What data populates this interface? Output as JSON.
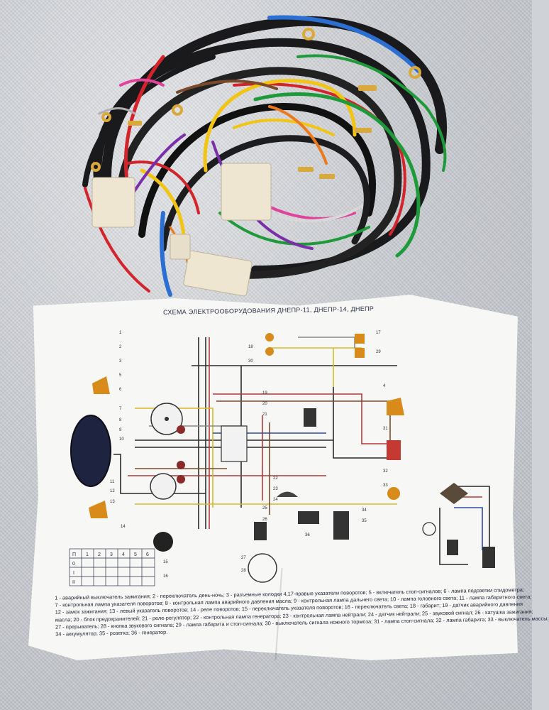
{
  "sheet": {
    "title": "СХЕМА ЭЛЕКТРООБОРУДОВАНИЯ ДНЕПР-11, ДНЕПР-14, ДНЕПР",
    "legend": [
      "1 - аварийный выключатель зажигания;  2 - переключатель день-ночь; 3 - разъемные колодки 4,17-правые указатели поворотов; 5 - включатель стоп-сигналов; 6 - лампа подсветки спидометра;",
      "7 - контрольная лампа указателя поворотов; 8 - контрольная лампа аварийного давления масла; 9 - контрольная лампа дальнего света; 10 - лампа головного света; 11 - лампа габаритного света;",
      "12 - замок зажигания; 13 - левый указатель поворотов; 14 - реле поворотов; 15 - переключатель указателя поворотов; 16 - переключатель света; 18 - габарит; 19 - датчик аварийного давления",
      "масла; 20 - блок предохранителей; 21 - реле-регулятор; 22 - контрольная лампа генератора; 23 - контрольная лампа нейтрали; 24 - датчик нейтрали; 25 - звуковой сигнал; 26 - катушка зажигания;",
      "27 - прерыватель; 28 - кнопка звукового сигнала; 29 - лампа габарита и стоп-сигнала; 30 - выключатель сигнала ножного тормоза; 31 - лампа стоп-сигнала; 32 - лампа габарита; 33 - выключатель массы;",
      "34 - аккумулятор; 35 - розетка; 36 - генератор."
    ],
    "switch_table": {
      "headers": [
        "П",
        "1",
        "2",
        "3",
        "4",
        "5",
        "6"
      ],
      "rows": [
        "0",
        "I",
        "II"
      ]
    },
    "callouts": [
      "1",
      "2",
      "3",
      "4",
      "5",
      "6",
      "7",
      "8",
      "9",
      "10",
      "11",
      "12",
      "13",
      "14",
      "15",
      "16",
      "17",
      "18",
      "19",
      "20",
      "21",
      "22",
      "23",
      "24",
      "25",
      "26",
      "27",
      "28",
      "29",
      "30",
      "31",
      "32",
      "33",
      "34",
      "35",
      "36"
    ]
  },
  "colors": {
    "tarp": "#c9ccd1",
    "paper": "#f7f7f5",
    "wire_black": "#1a1a1c",
    "wire_red": "#d4242b",
    "wire_yellow": "#f2c413",
    "wire_green": "#1f9a3a",
    "wire_blue": "#2a6fd1",
    "wire_purple": "#7a2fa8",
    "wire_orange": "#ea7a1d",
    "wire_pink": "#e0439b",
    "wire_brown": "#7a4a2a",
    "connector": "#efe6d2",
    "terminal": "#d9a93a",
    "schematic_black": "#2a2a2a",
    "schematic_red": "#b33a3a",
    "schematic_yellow": "#d8b82a",
    "schematic_brown": "#7b4b2e",
    "schematic_blue": "#2e4aa8",
    "schematic_grey": "#8a8a8a"
  }
}
